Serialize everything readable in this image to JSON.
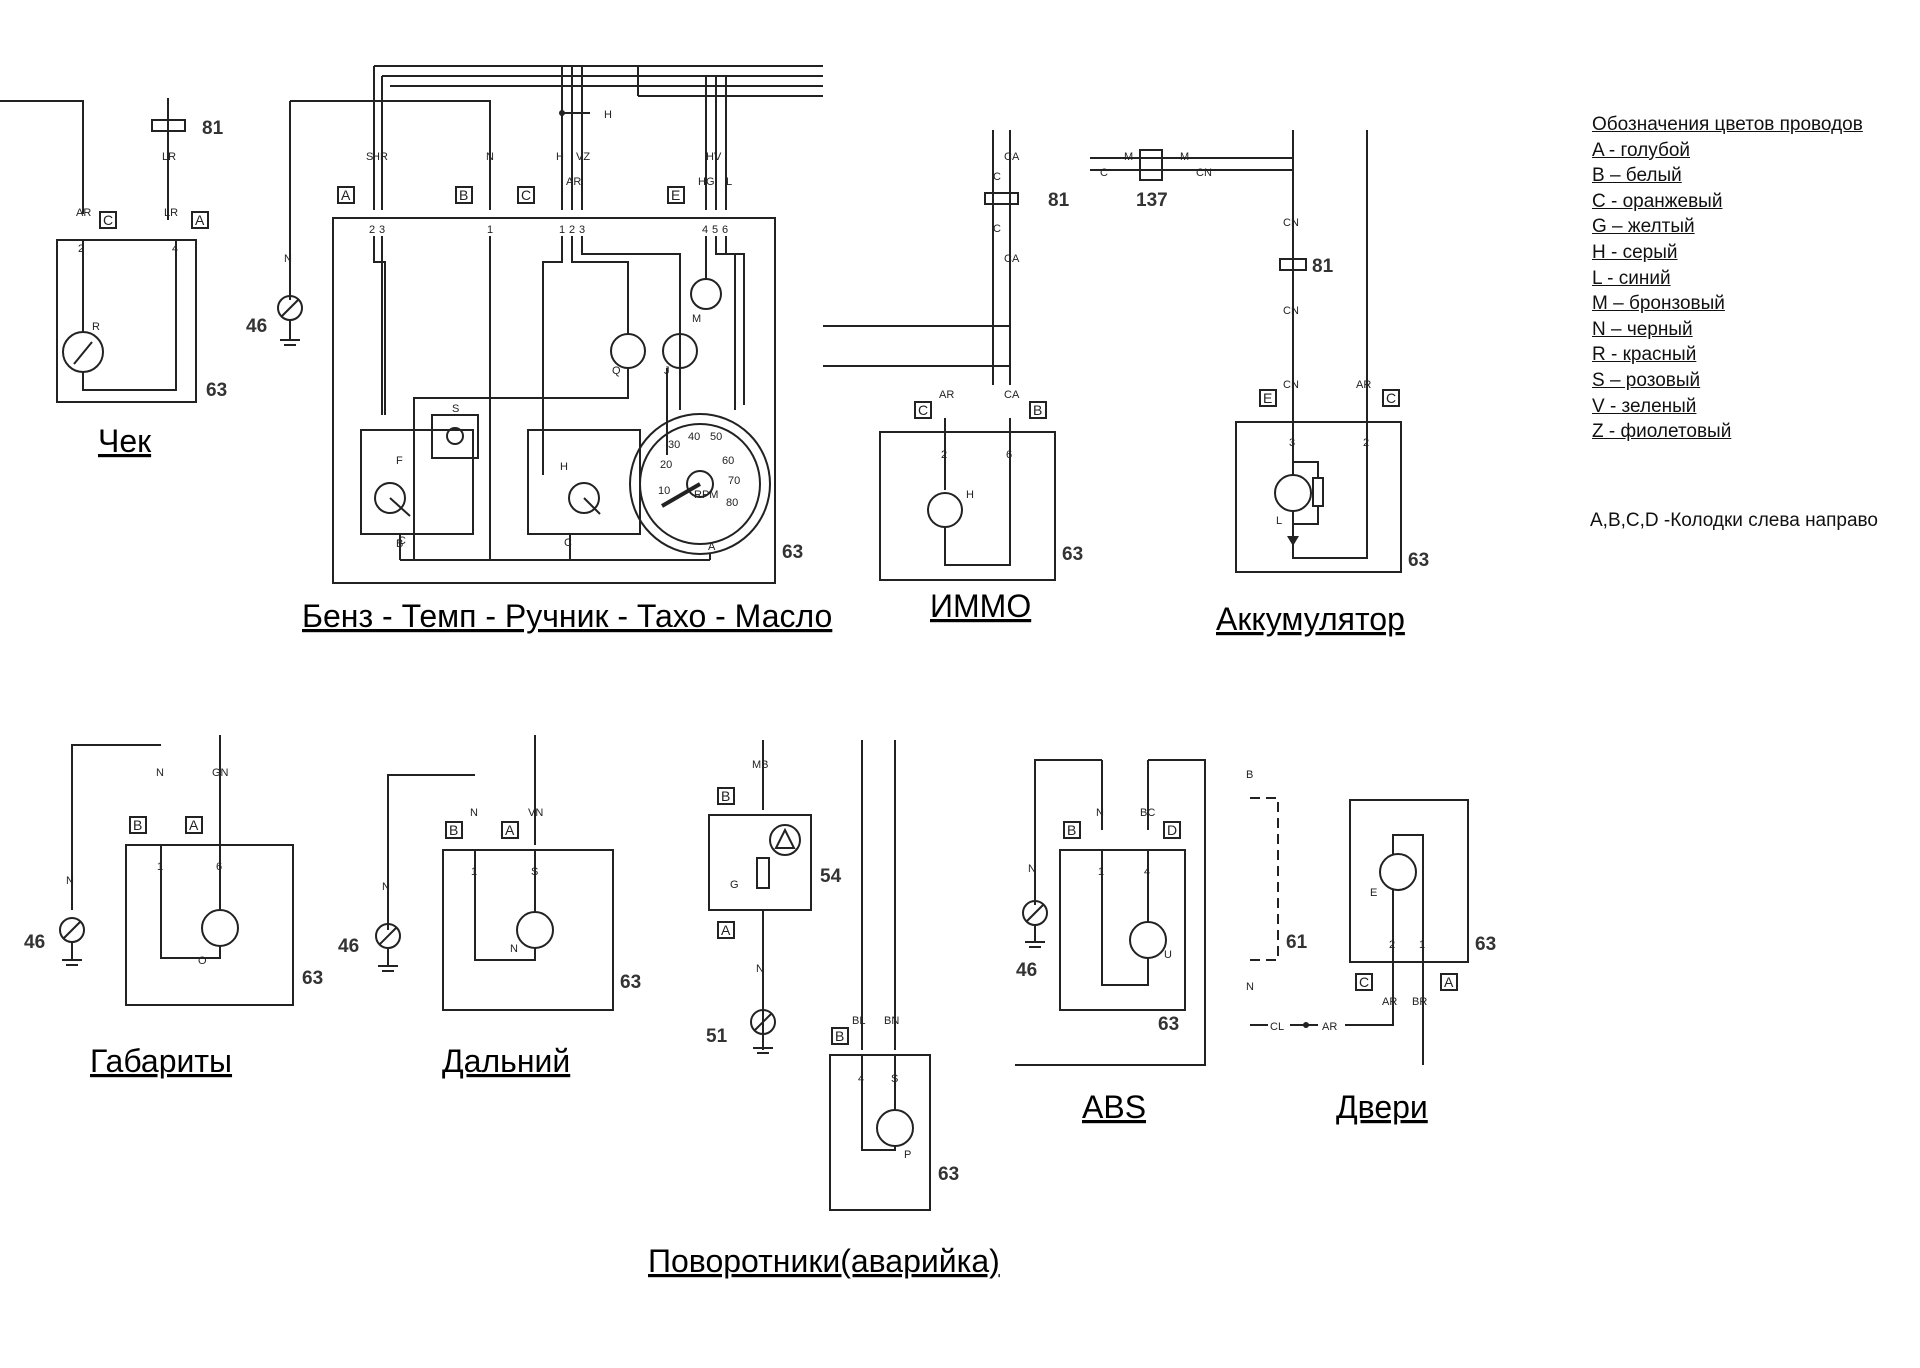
{
  "captions": {
    "check": "Чек",
    "gauges": "Бенз - Темп - Ручник - Тахо - Масло",
    "immo": "ИММО",
    "battery": "Аккумулятор",
    "parking": "Габариты",
    "highbeam": "Дальний",
    "turn": "Поворотники(аварийка)",
    "abs": "ABS",
    "doors": "Двери"
  },
  "legend": {
    "title": "Обозначения цветов проводов",
    "items": [
      "A - голубой",
      "B – белый",
      "C - оранжевый",
      "G – желтый",
      "H - серый",
      "L - синий",
      "M – бронзовый",
      "N – черный",
      "R - красный",
      "S – розовый",
      "V - зеленый",
      "Z - фиолетовый"
    ],
    "note": "A,B,C,D -Колодки слева направо"
  },
  "components": {
    "c81": "81",
    "c63": "63",
    "c46": "46",
    "c137": "137",
    "c54": "54",
    "c51": "51",
    "c61": "61"
  },
  "wires": {
    "LR": "LR",
    "AR": "AR",
    "HR": "HR",
    "N": "N",
    "H": "H",
    "VZ": "VZ",
    "HG": "HG",
    "HV": "HV",
    "L": "L",
    "S": "S",
    "CA": "CA",
    "C": "C",
    "M": "M",
    "CN": "CN",
    "GN": "GN",
    "VN": "VN",
    "MB": "MB",
    "BL": "BL",
    "BN": "BN",
    "BC": "BC",
    "BR": "BR",
    "CL": "CL"
  },
  "connectors": {
    "A": "A",
    "B": "B",
    "C": "C",
    "D": "D",
    "E": "E"
  },
  "letters": {
    "R": "R",
    "S": "S",
    "H": "H",
    "F": "F",
    "C": "C",
    "Q": "Q",
    "J": "J",
    "M": "M",
    "L": "L",
    "O": "O",
    "N": "N",
    "G": "G",
    "U": "U",
    "E": "E",
    "P": "P",
    "rpm": "RPM"
  },
  "pins": {
    "p1": "1",
    "p2": "2",
    "p3": "3",
    "p4": "4",
    "p5": "5",
    "p6": "6"
  },
  "tacho": [
    "10",
    "20",
    "30",
    "40",
    "50",
    "60",
    "70",
    "80"
  ]
}
